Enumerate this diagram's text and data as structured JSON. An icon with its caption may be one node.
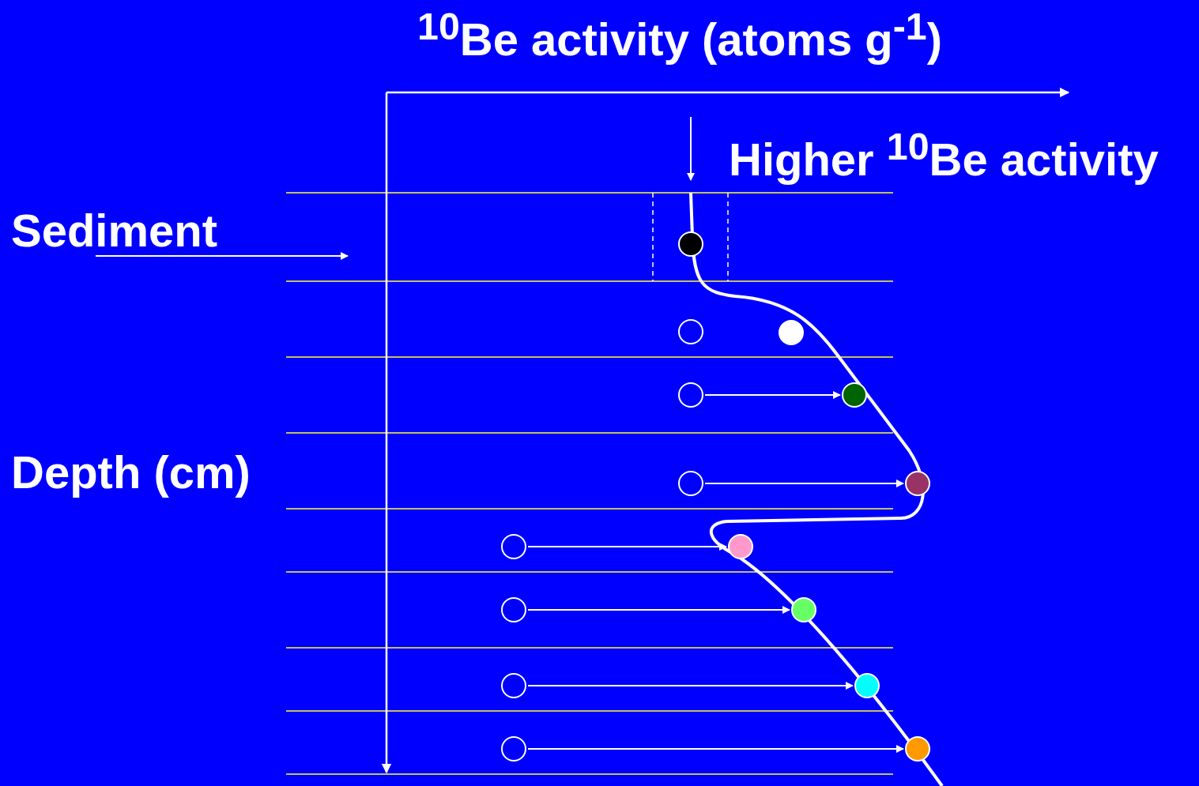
{
  "diagram": {
    "nodes": [
      {
        "text": [
          "Sediment"
        ]
      },
      {
        "text": [],
        "shape": "circle"
      },
      {
        "text": [],
        "shape": "circle"
      },
      {
        "text": [],
        "shape": "circle"
      },
      {
        "text": [],
        "shape": "circle"
      },
      {
        "text": [],
        "shape": "circle"
      },
      {
        "text": [],
        "shape": "circle"
      },
      {
        "text": [],
        "shape": "circle"
      },
      {
        "text": [],
        "shape": "circle"
      },
      {
        "text": [],
        "shape": "circle"
      },
      {
        "text": [],
        "shape": "circle"
      },
      {
        "text": [],
        "shape": "circle"
      },
      {
        "text": [],
        "shape": "circle"
      },
      {
        "text": [],
        "shape": "circle"
      },
      {
        "text": [],
        "shape": "circle"
      },
      {
        "text": [],
        "shape": "circle"
      }
    ],
    "edges": [
      {
        "from": 0,
        "to": null,
        "arrow": "to"
      },
      {
        "from": 4,
        "to": 5,
        "arrow": "to"
      },
      {
        "from": 6,
        "to": 7,
        "arrow": "to"
      },
      {
        "from": 8,
        "to": 9,
        "arrow": "to"
      },
      {
        "from": 10,
        "to": 11,
        "arrow": "to"
      },
      {
        "from": 12,
        "to": 13,
        "arrow": "to"
      },
      {
        "from": 14,
        "to": 15,
        "arrow": "to"
      }
    ],
    "labels": [
      "$^{10}$Be activity (atoms g$^{-1}$)",
      "Higher $^{10}$Be activity",
      "Depth (cm)"
    ]
  }
}
